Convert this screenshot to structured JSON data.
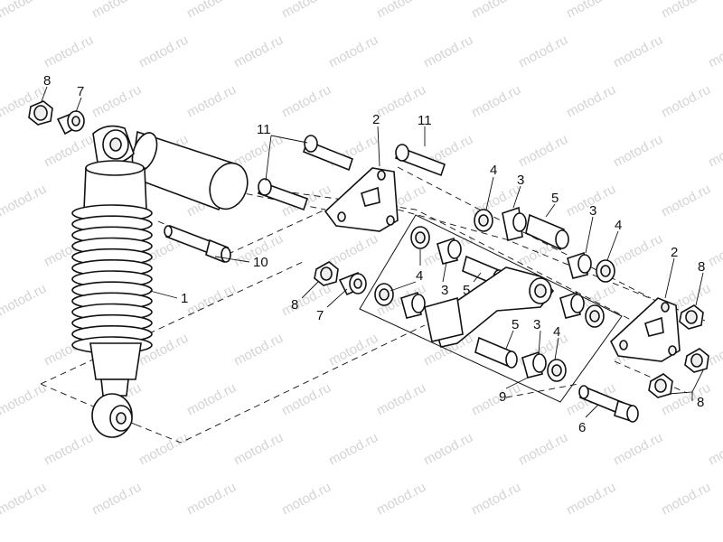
{
  "watermark": "motod.ru",
  "callouts": {
    "shock_absorber": "1",
    "plate_left": "2",
    "plate_right": "2",
    "bushing_a": "3",
    "bushing_b": "3",
    "bushing_c": "3",
    "bushing_d": "3",
    "seal_a": "4",
    "seal_b": "4",
    "seal_c": "4",
    "seal_d": "4",
    "sleeve_a": "5",
    "sleeve_b": "5",
    "sleeve_c": "5",
    "bolt_lower": "6",
    "washer_upper": "7",
    "washer_mid": "7",
    "nut_upper": "8",
    "nut_mid": "8",
    "nut_right_a": "8",
    "nut_right_b": "8",
    "linkage_assembly": "9",
    "pin": "10",
    "bolt_upper_a": "11",
    "bolt_upper_b": "11"
  }
}
